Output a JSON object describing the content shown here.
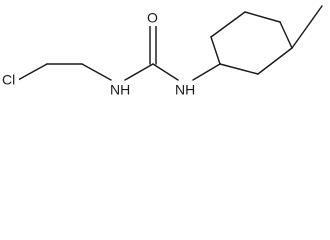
{
  "molecule": {
    "atoms": {
      "chlorine": "Cl",
      "oxygen": "O",
      "nh_left": "NH",
      "nh_right": "NH"
    }
  }
}
